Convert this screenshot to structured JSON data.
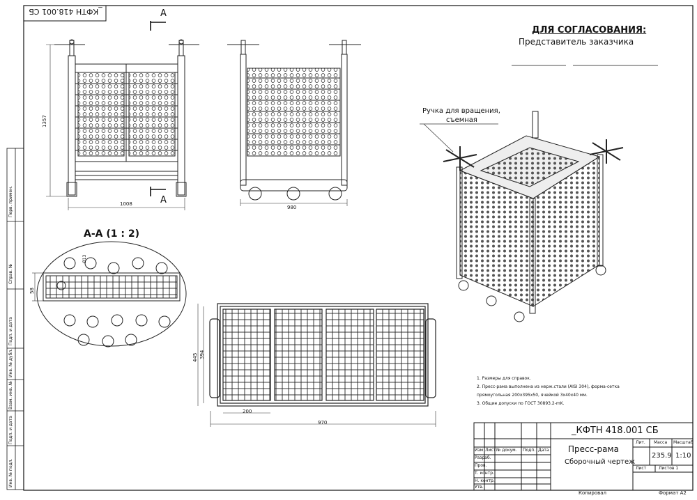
{
  "stamp_top": "_КФТН 418.001 СБ",
  "section_marks": {
    "top": "А",
    "bottom": "А"
  },
  "approval": {
    "title": "ДЛЯ СОГЛАСОВАНИЯ:",
    "subtitle": "Представитель заказчика",
    "line": "______________ /______________________/"
  },
  "callout": {
    "line1": "Ручка для вращения,",
    "line2": "съемная"
  },
  "section_title": "А-А (1 : 2)",
  "dimensions": {
    "front_height": "1357",
    "front_width": "1008",
    "side_width": "980",
    "section_58": "58",
    "section_d": "Ø13",
    "plan_445": "445",
    "plan_394": "394",
    "plan_200": "200",
    "plan_970": "970"
  },
  "notes": [
    "1.    Размеры для справок.",
    "2.    Пресс-рама выполнена из нерж.стали (AISI 304), форма-сетка",
    "        прямоугольная 200х395х50, ячейкой 3х40х40 мм.",
    "3.    Общие допуски по ГОСТ 30893.2-mK."
  ],
  "title_block": {
    "designation": "_КФТН 418.001 СБ",
    "name": "Пресс-рама",
    "doc_type": "Сборочный чертеж",
    "headers": [
      "Изм",
      "Лист",
      "№ докум.",
      "Подп.",
      "Дата"
    ],
    "rows": [
      "Разраб.",
      "Пров.",
      "Т. контр.",
      "",
      "Н. контр.",
      "Утв."
    ],
    "lit_label": "Лит.",
    "mass_label": "Масса",
    "scale_label": "Масштаб",
    "mass": "235.9",
    "scale": "1:10",
    "sheet_label": "Лист",
    "sheets_label": "Листов 1",
    "copied": "Копировал",
    "format": "Формат А2"
  },
  "side_stamp": [
    "Перв. примен.",
    "Справ. №",
    "Подп. и дата",
    "Инв. № дубл.",
    "Взам. инв. №",
    "Подп. и дата",
    "Инв. № подл."
  ]
}
